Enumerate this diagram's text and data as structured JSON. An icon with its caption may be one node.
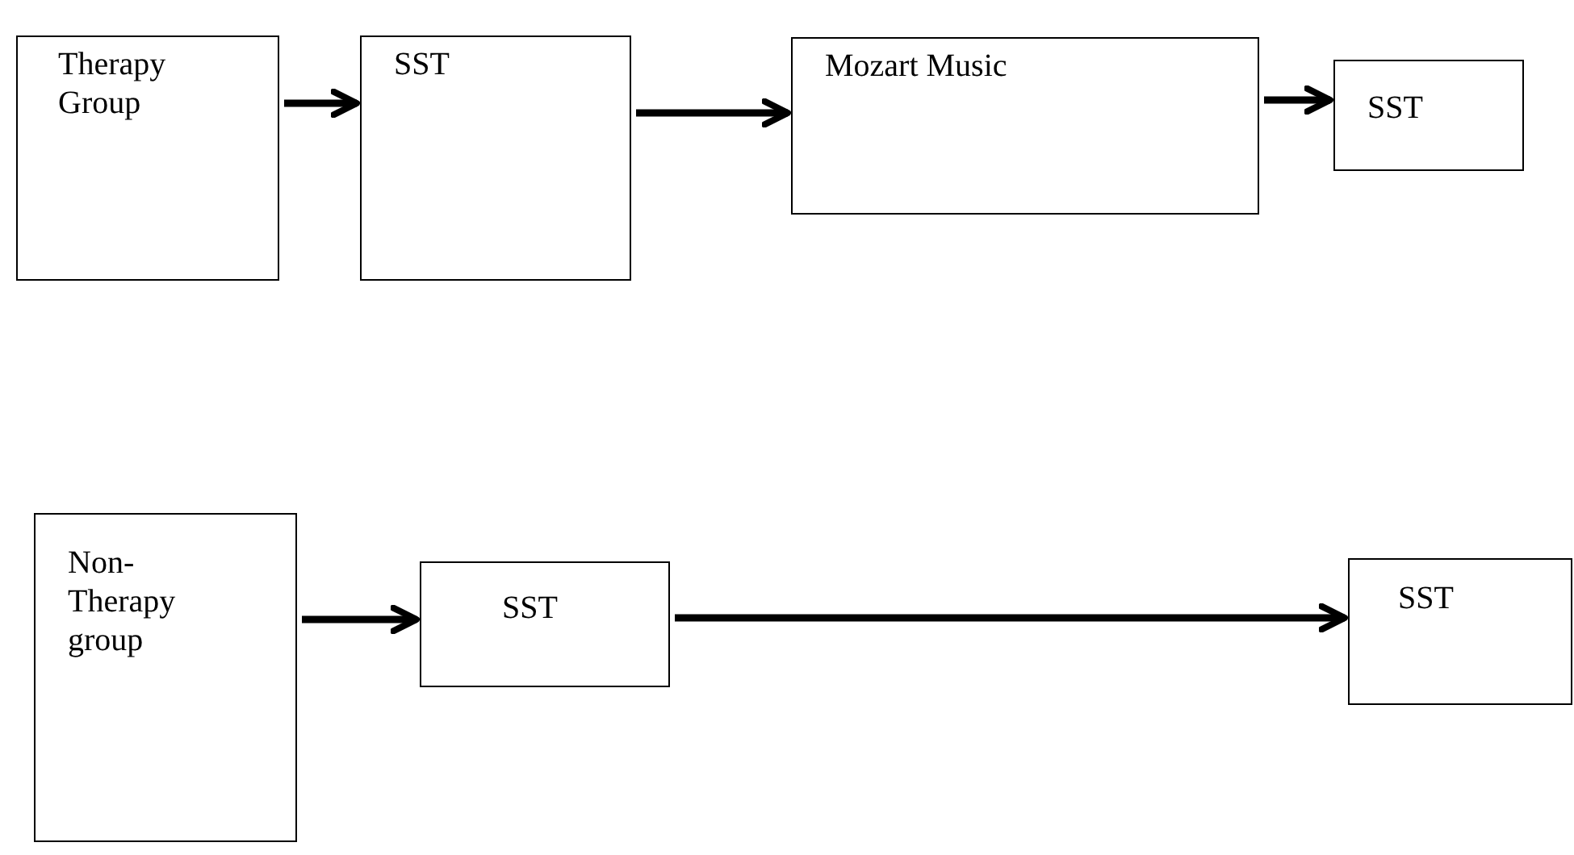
{
  "diagram": {
    "nodes": [
      {
        "text": [
          "Therapy Group"
        ]
      },
      {
        "text": [
          "SST"
        ]
      },
      {
        "text": [
          "Mozart Music"
        ]
      },
      {
        "text": [
          "SST"
        ]
      },
      {
        "text": [
          "Non-Therapy group"
        ]
      },
      {
        "text": [
          "SST"
        ]
      },
      {
        "text": [
          "SST"
        ]
      }
    ],
    "edges": [
      {
        "from": 0,
        "to": 1,
        "arrow": "to"
      },
      {
        "from": 1,
        "to": 2,
        "arrow": "to"
      },
      {
        "from": 2,
        "to": 3,
        "arrow": "to"
      },
      {
        "from": 4,
        "to": 5,
        "arrow": "to"
      },
      {
        "from": 5,
        "to": 6,
        "arrow": "to"
      }
    ]
  }
}
